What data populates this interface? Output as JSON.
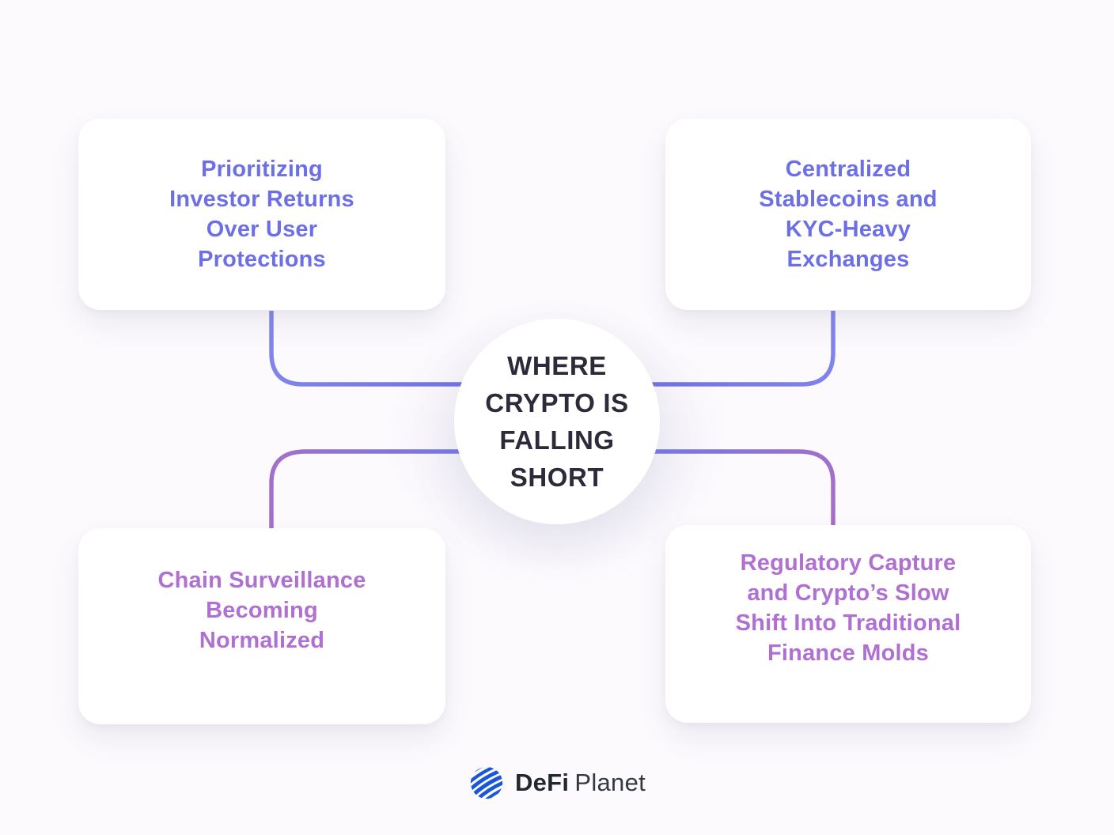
{
  "page": {
    "background": "#FCFAFD"
  },
  "center_node": {
    "lines": [
      "WHERE",
      "CRYPTO IS",
      "FALLING",
      "SHORT"
    ]
  },
  "cards": {
    "top_left": {
      "lines": [
        "Prioritizing",
        "Investor Returns",
        "Over User",
        "Protections"
      ]
    },
    "top_right": {
      "lines": [
        "Centralized",
        "Stablecoins and",
        "KYC-Heavy",
        "Exchanges"
      ]
    },
    "bottom_left": {
      "lines": [
        "Chain Surveillance",
        "Becoming",
        "Normalized"
      ]
    },
    "bottom_right": {
      "lines": [
        "Regulatory Capture",
        "and Crypto’s Slow",
        "Shift Into Traditional",
        "Finance Molds"
      ]
    }
  },
  "colors": {
    "blue_heading": "#6C70E4",
    "purple_heading": "#AF70D2",
    "connector_blue": "#7478E6",
    "connector_purple": "#A76FC6",
    "center_title": "#2D2A3A",
    "logo_globe_blue": "#1A57D6"
  },
  "footer": {
    "brand_bold": "DeFi",
    "brand_light": "Planet"
  }
}
